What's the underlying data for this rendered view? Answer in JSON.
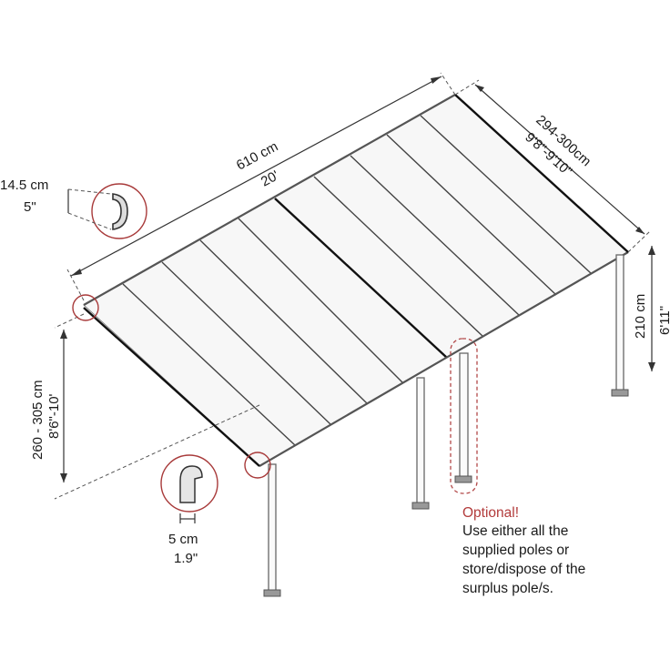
{
  "dimensions": {
    "length_cm": "610 cm",
    "length_ft": "20'",
    "width_cm": "294-300cm",
    "width_ft": "9'8\"-9'10\"",
    "height_front_cm": "210 cm",
    "height_front_ft": "6'11\"",
    "height_rear_cm": "260 - 305 cm",
    "height_rear_ft": "8'6\"-10'",
    "profile_height_cm": "14.5 cm",
    "profile_height_in": "5\"",
    "pole_width_cm": "5 cm",
    "pole_width_in": "1.9\""
  },
  "note": {
    "title": "Optional!",
    "lines": [
      "Use either all the",
      "supplied poles or",
      "store/dispose of the",
      "surplus pole/s."
    ]
  },
  "colors": {
    "callout": "#a83a3a",
    "frame": "#555555",
    "panel": "#f7f7f7"
  }
}
